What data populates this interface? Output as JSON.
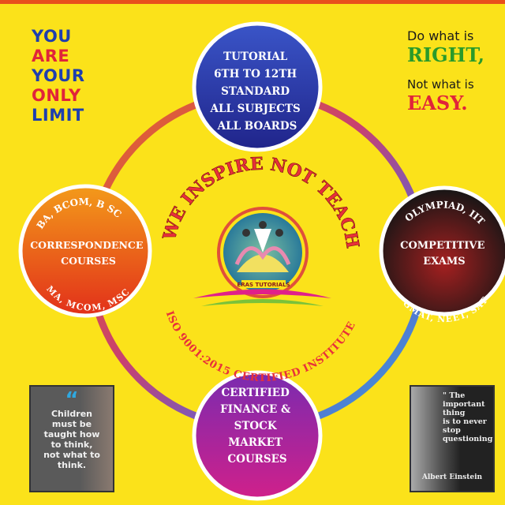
{
  "motto": {
    "lines": [
      {
        "text": "YOU",
        "color": "#1e3fae"
      },
      {
        "text": "ARE",
        "color": "#e0243a"
      },
      {
        "text": "YOUR",
        "color": "#1e3fae"
      },
      {
        "text": "ONLY",
        "color": "#e0243a"
      },
      {
        "text": "LIMIT",
        "color": "#1e3fae"
      }
    ]
  },
  "quote": {
    "line1": "Do what is",
    "line2": "RIGHT,",
    "line3": "Not what is",
    "line4": "EASY."
  },
  "top_circle": {
    "lines": [
      "TUTORIAL",
      "6TH TO 12TH",
      "STANDARD",
      "ALL SUBJECTS",
      "ALL BOARDS"
    ],
    "color_top": "#3a55c8",
    "color_bottom": "#20248a"
  },
  "left_circle": {
    "arc_top": "BA, BCOM, B SC",
    "lines": [
      "CORRESPONDENCE",
      "COURSES"
    ],
    "arc_bottom": "MA, MCOM, MSC",
    "color_top": "#f39a1a",
    "color_bottom": "#e2301a"
  },
  "right_circle": {
    "arc_top": "OLYMPIAD, IIT",
    "lines": [
      "COMPETITIVE",
      "EXAMS"
    ],
    "arc_bottom": "GMAT, NEET, SAT",
    "color_top": "#a52020",
    "color_bottom": "#151515"
  },
  "bottom_circle": {
    "lines": [
      "CERTIFIED",
      "FINANCE  &",
      "STOCK",
      "MARKET",
      "COURSES"
    ],
    "color_top": "#7a2bb0",
    "color_bottom": "#d0208a"
  },
  "logo": {
    "arc_top": "WE INSPIRE NOT TEACH",
    "arc_bottom": "ISO 9001:2015 CERTIFIED INSTITUTE",
    "brand": "ERAS TUTORIALS"
  },
  "cards": {
    "children": {
      "quote_mark": "“",
      "text": [
        "Children",
        "must be",
        "taught how",
        "to think,",
        "not what to",
        "think."
      ]
    },
    "einstein": {
      "text": [
        "\" The",
        "important",
        "thing",
        "is to never",
        "stop",
        "questioning.\""
      ],
      "author": "Albert Einstein"
    }
  }
}
